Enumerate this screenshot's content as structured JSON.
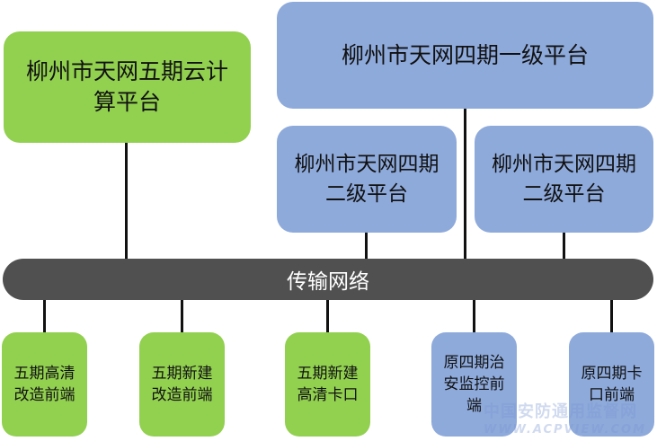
{
  "top": {
    "cloud_platform": "柳州市天网五期云计算平台",
    "level1_platform": "柳州市天网四期一级平台",
    "level2_platform_left": "柳州市天网四期二级平台",
    "level2_platform_right": "柳州市天网四期二级平台"
  },
  "network": {
    "label": "传输网络"
  },
  "frontends": [
    "五期高清改造前端",
    "五期新建改造前端",
    "五期新建高清卡口",
    "原四期治安监控前端",
    "原四期卡口前端"
  ],
  "watermark": {
    "line1": "中国安防通用监督网",
    "line2": "WWW.ACPVIEW.COM"
  },
  "colors": {
    "green": "#92d050",
    "blue": "#8eaadb",
    "bus": "#505050"
  }
}
